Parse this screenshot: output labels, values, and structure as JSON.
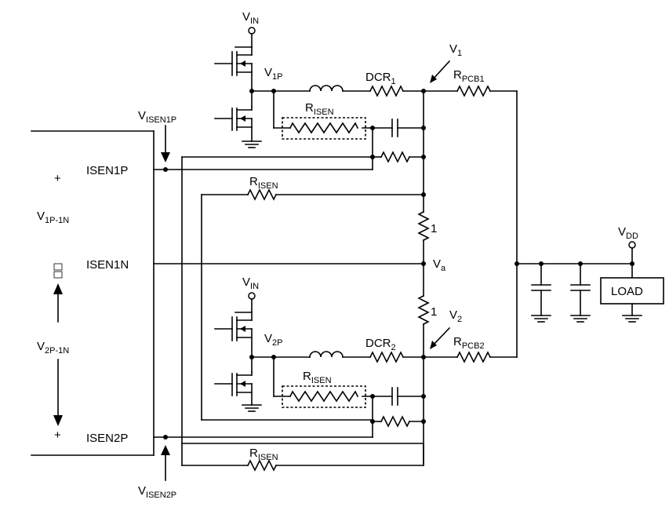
{
  "labels": {
    "vin_top": "V",
    "vin_top_sub": "IN",
    "v1p": "V",
    "v1p_sub": "1P",
    "dcr1": "DCR",
    "dcr1_sub": "1",
    "v1": "V",
    "v1_sub": "1",
    "rpcb1": "R",
    "rpcb1_sub": "PCB1",
    "risen_top": "R",
    "risen_top_sub": "ISEN",
    "visen1p": "V",
    "visen1p_sub": "ISEN1P",
    "isen1p": "ISEN1P",
    "plus_top": "+",
    "risen_mid": "R",
    "risen_mid_sub": "ISEN",
    "v1p1n": "V",
    "v1p1n_sub": "1P-1N",
    "one_top": "1",
    "vdd": "V",
    "vdd_sub": "DD",
    "isen1n": "ISEN1N",
    "va": "V",
    "va_sub": "a",
    "load": "LOAD",
    "vin_bot": "V",
    "vin_bot_sub": "IN",
    "one_bot": "1",
    "v2": "V",
    "v2_sub": "2",
    "v2p": "V",
    "v2p_sub": "2P",
    "dcr2": "DCR",
    "dcr2_sub": "2",
    "rpcb2": "R",
    "rpcb2_sub": "PCB2",
    "v2p1n": "V",
    "v2p1n_sub": "2P-1N",
    "risen_bot": "R",
    "risen_bot_sub": "ISEN",
    "plus_bot": "+",
    "isen2p": "ISEN2P",
    "risen_low": "R",
    "risen_low_sub": "ISEN",
    "visen2p": "V",
    "visen2p_sub": "ISEN2P"
  }
}
